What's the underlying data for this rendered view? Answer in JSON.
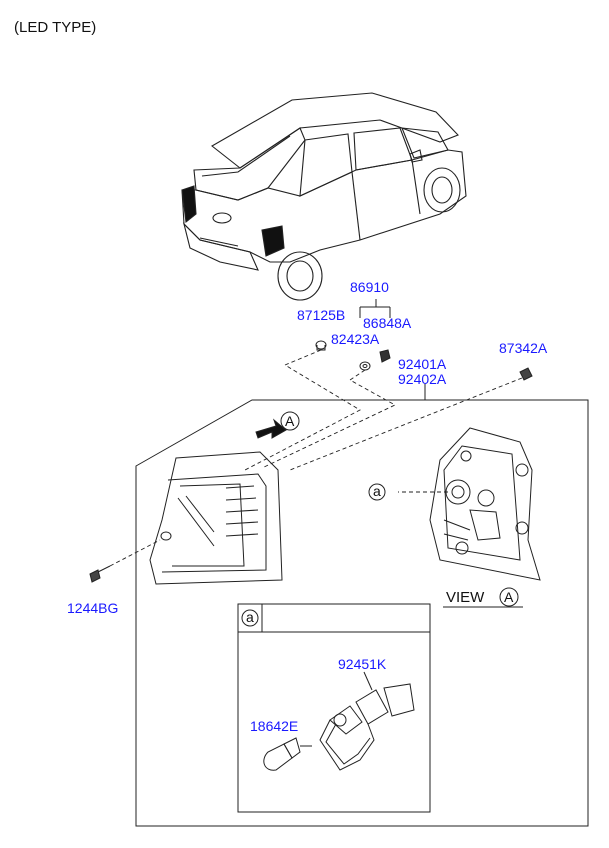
{
  "header": {
    "title": "(LED TYPE)"
  },
  "parts": {
    "p86910": "86910",
    "p87125b": "87125B",
    "p86848a": "86848A",
    "p82423a": "82423A",
    "p92401a": "92401A",
    "p92402a": "92402A",
    "p87342a": "87342A",
    "p1244bg": "1244BG",
    "p92451k": "92451K",
    "p18642e": "18642E"
  },
  "callouts": {
    "view_label": "VIEW",
    "view_letter": "A",
    "arrow_letter": "A",
    "ref_a": "a",
    "detail_a": "a"
  },
  "colors": {
    "part_number": "#1a1aff",
    "line": "#222222"
  }
}
